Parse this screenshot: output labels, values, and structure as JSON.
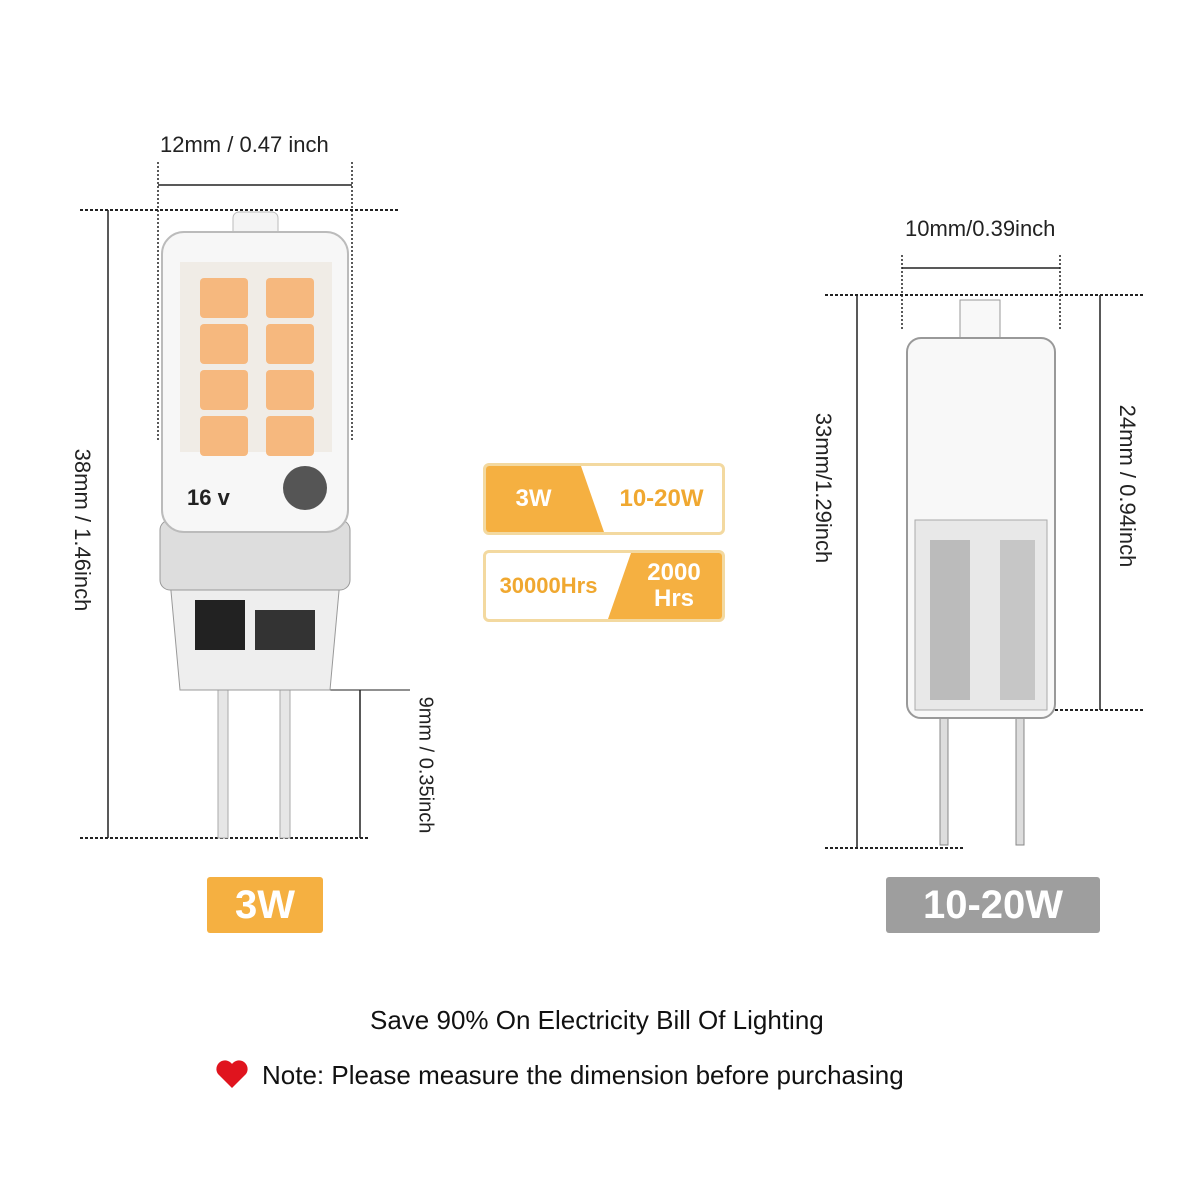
{
  "led_bulb": {
    "width_label": "12mm / 0.47 inch",
    "height_label": "38mm / 1.46inch",
    "pin_label": "9mm / 0.35inch",
    "marking": "16 v",
    "badge": "3W"
  },
  "halogen_bulb": {
    "width_label": "10mm/0.39inch",
    "height_label": "33mm/1.29inch",
    "body_label": "24mm / 0.94inch",
    "badge": "10-20W"
  },
  "comparison": {
    "power": {
      "led": "3W",
      "halogen": "10-20W"
    },
    "life": {
      "led": "30000Hrs",
      "halogen": "2000 Hrs"
    }
  },
  "footer": {
    "savings": "Save 90% On Electricity Bill Of Lighting",
    "note": "Note: Please measure the dimension before purchasing"
  },
  "colors": {
    "accent": "#F5B041",
    "gray": "#9E9E9E",
    "heart": "#E0141E"
  }
}
